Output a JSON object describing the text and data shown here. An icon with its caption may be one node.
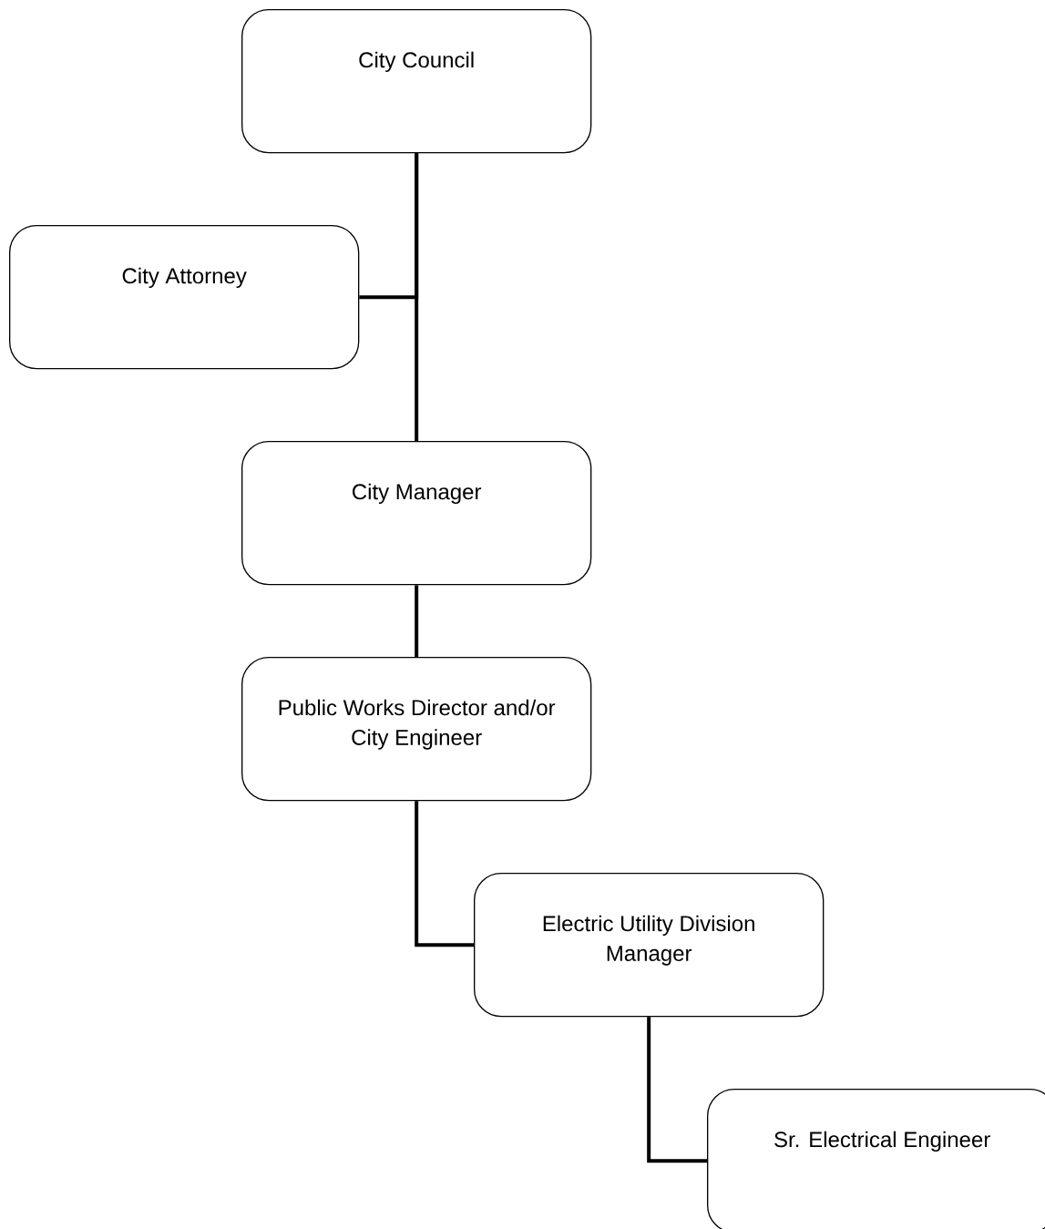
{
  "diagram": {
    "nodes": [
      {
        "text": [
          "City Council"
        ]
      },
      {
        "text": [
          "City Attorney"
        ]
      },
      {
        "text": [
          "City Manager"
        ]
      },
      {
        "text": [
          "Public Works Director and/or City Engineer"
        ]
      },
      {
        "text": [
          "Electric Utility Division Manager"
        ]
      },
      {
        "text": [
          "Sr. Electrical Engineer"
        ]
      }
    ],
    "edges": [
      {
        "from": 0,
        "to": 1,
        "arrow": "none"
      },
      {
        "from": 0,
        "to": 2,
        "arrow": "none"
      },
      {
        "from": 2,
        "to": 3,
        "arrow": "none"
      },
      {
        "from": 3,
        "to": 4,
        "arrow": "none"
      },
      {
        "from": 4,
        "to": 5,
        "arrow": "none"
      }
    ]
  }
}
